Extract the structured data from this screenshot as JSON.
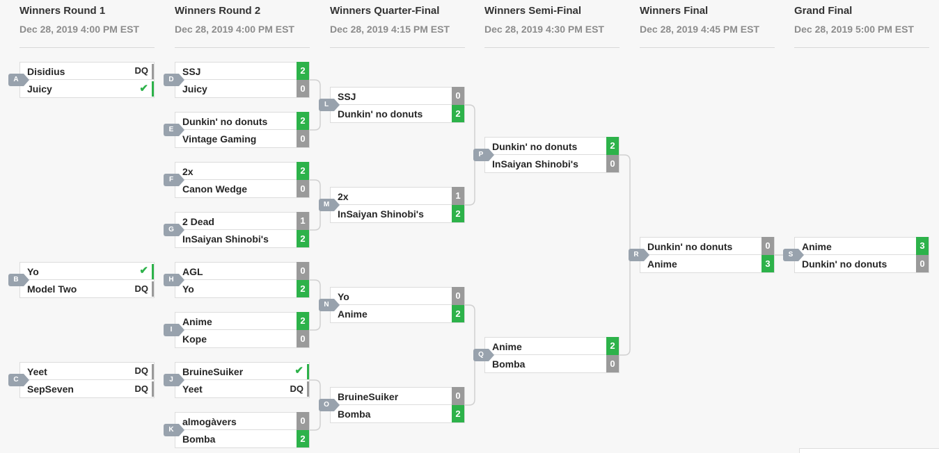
{
  "rounds": [
    {
      "title": "Winners Round 1",
      "date": "Dec 28, 2019 4:00 PM EST"
    },
    {
      "title": "Winners Round 2",
      "date": "Dec 28, 2019 4:00 PM EST"
    },
    {
      "title": "Winners Quarter-Final",
      "date": "Dec 28, 2019 4:15 PM EST"
    },
    {
      "title": "Winners Semi-Final",
      "date": "Dec 28, 2019 4:30 PM EST"
    },
    {
      "title": "Winners Final",
      "date": "Dec 28, 2019 4:45 PM EST"
    },
    {
      "title": "Grand Final",
      "date": "Dec 28, 2019 5:00 PM EST"
    }
  ],
  "matches": {
    "A": {
      "id": "A",
      "p1": "Disidius",
      "s1": "DQ",
      "p2": "Juicy",
      "s2": "✔"
    },
    "B": {
      "id": "B",
      "p1": "Yo",
      "s1": "✔",
      "p2": "Model Two",
      "s2": "DQ"
    },
    "C": {
      "id": "C",
      "p1": "Yeet",
      "s1": "DQ",
      "p2": "SepSeven",
      "s2": "DQ"
    },
    "D": {
      "id": "D",
      "p1": "SSJ",
      "s1": "2",
      "p2": "Juicy",
      "s2": "0"
    },
    "E": {
      "id": "E",
      "p1": "Dunkin' no donuts",
      "s1": "2",
      "p2": "Vintage Gaming",
      "s2": "0"
    },
    "F": {
      "id": "F",
      "p1": "2x",
      "s1": "2",
      "p2": "Canon Wedge",
      "s2": "0"
    },
    "G": {
      "id": "G",
      "p1": "2 Dead",
      "s1": "1",
      "p2": "InSaiyan Shinobi's",
      "s2": "2"
    },
    "H": {
      "id": "H",
      "p1": "AGL",
      "s1": "0",
      "p2": "Yo",
      "s2": "2"
    },
    "I": {
      "id": "I",
      "p1": "Anime",
      "s1": "2",
      "p2": "Kope",
      "s2": "0"
    },
    "J": {
      "id": "J",
      "p1": "BruineSuiker",
      "s1": "✔",
      "p2": "Yeet",
      "s2": "DQ"
    },
    "K": {
      "id": "K",
      "p1": "almogàvers",
      "s1": "0",
      "p2": "Bomba",
      "s2": "2"
    },
    "L": {
      "id": "L",
      "p1": "SSJ",
      "s1": "0",
      "p2": "Dunkin' no donuts",
      "s2": "2"
    },
    "M": {
      "id": "M",
      "p1": "2x",
      "s1": "1",
      "p2": "InSaiyan Shinobi's",
      "s2": "2"
    },
    "N": {
      "id": "N",
      "p1": "Yo",
      "s1": "0",
      "p2": "Anime",
      "s2": "2"
    },
    "O": {
      "id": "O",
      "p1": "BruineSuiker",
      "s1": "0",
      "p2": "Bomba",
      "s2": "2"
    },
    "P": {
      "id": "P",
      "p1": "Dunkin' no donuts",
      "s1": "2",
      "p2": "InSaiyan Shinobi's",
      "s2": "0"
    },
    "Q": {
      "id": "Q",
      "p1": "Anime",
      "s1": "2",
      "p2": "Bomba",
      "s2": "0"
    },
    "R": {
      "id": "R",
      "p1": "Dunkin' no donuts",
      "s1": "0",
      "p2": "Anime",
      "s2": "3"
    },
    "S": {
      "id": "S",
      "p1": "Anime",
      "s1": "3",
      "p2": "Dunkin' no donuts",
      "s2": "0"
    }
  },
  "colors": {
    "win": "#2db24a",
    "lose": "#9a9a9a",
    "tag": "#98a2ad",
    "line": "#d0d0d0"
  }
}
